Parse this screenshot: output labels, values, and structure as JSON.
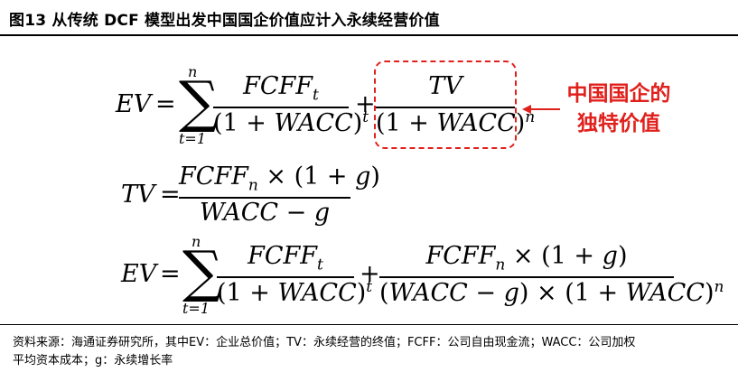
{
  "figure": {
    "title": "图13 从传统 DCF 模型出发中国国企价值应计入永续经营价值"
  },
  "formulas": {
    "f1": {
      "lhs": "EV",
      "equals": "=",
      "sum_upper": "n",
      "sum_lower": "t=1",
      "term1_num": "FCFFt",
      "term1_den": "(1 + WACC)t",
      "plus": "+",
      "term2_num": "TV",
      "term2_den": "(1 + WACC)n"
    },
    "f2": {
      "lhs": "TV",
      "equals": "=",
      "num": "FCFFn × (1 + g)",
      "den": "WACC − g"
    },
    "f3": {
      "lhs": "EV",
      "equals": "=",
      "sum_upper": "n",
      "sum_lower": "t=1",
      "term1_num": "FCFFt",
      "term1_den": "(1 + WACC)t",
      "plus": "+",
      "term2_num": "FCFFn × (1 + g)",
      "term2_den": "(WACC − g) × (1 + WACC)n"
    }
  },
  "callout": {
    "line1": "中国国企的",
    "line2": "独特价值",
    "color": "#e0201b"
  },
  "source_note": {
    "line1": "资料来源：海通证券研究所，其中EV：企业总价值；TV：永续经营的终值；FCFF：公司自由现金流；WACC：公司加权",
    "line2": "平均资本成本；g：永续增长率"
  }
}
